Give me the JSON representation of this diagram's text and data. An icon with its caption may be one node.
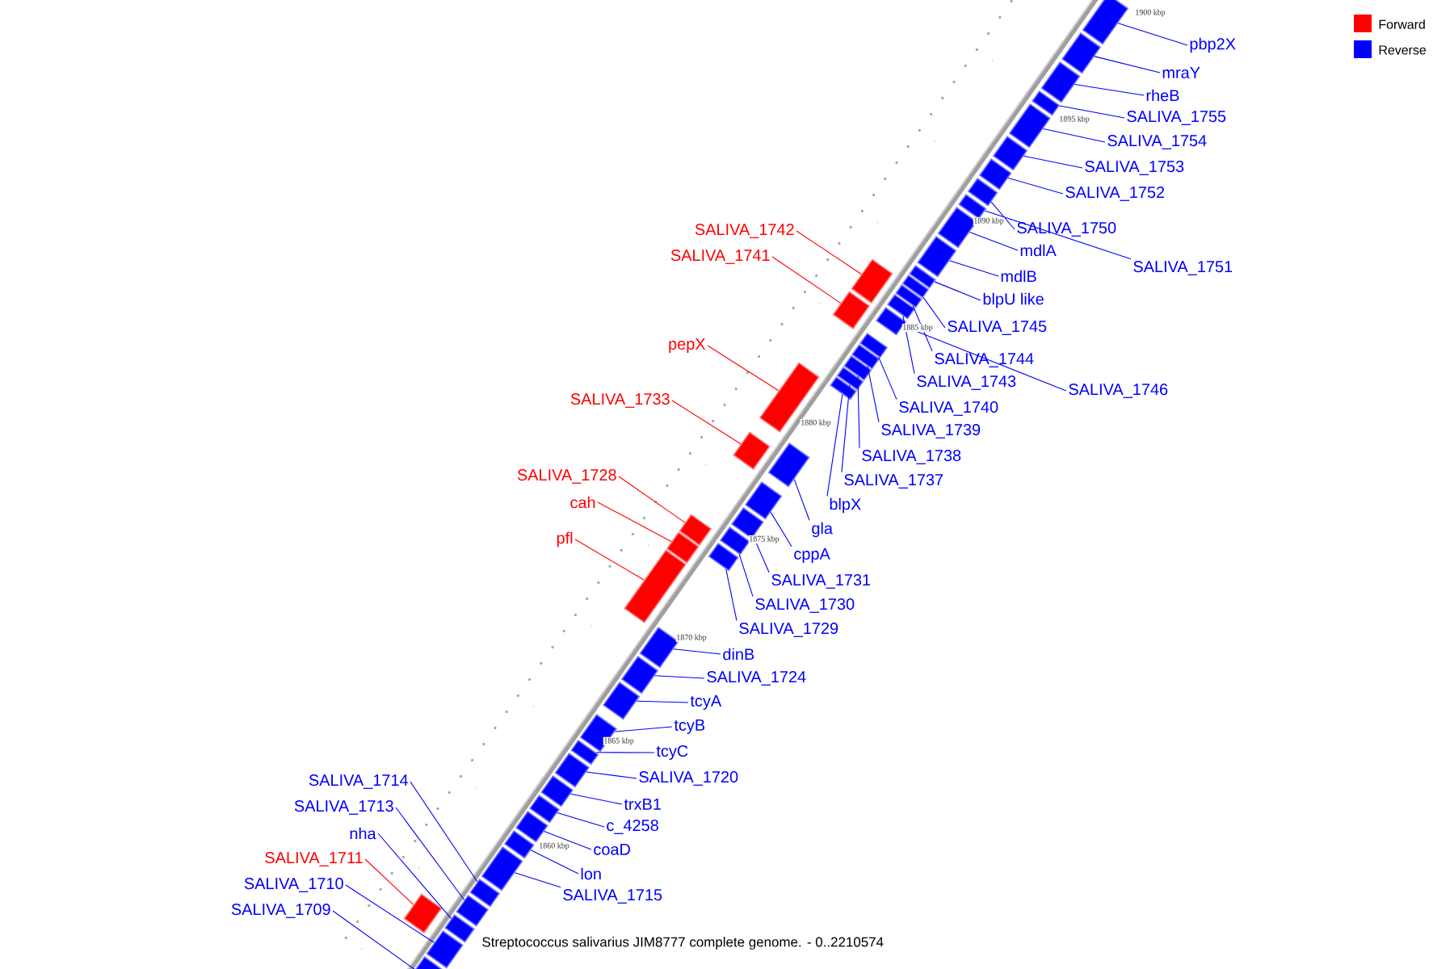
{
  "diagram": {
    "caption": "Streptococcus salivarius JIM8777 complete genome. - 0..2210574",
    "nodes": [
      {
        "text": [
          "pbp2X"
        ]
      },
      {
        "text": [
          "mraY"
        ]
      },
      {
        "text": [
          "rheB"
        ]
      },
      {
        "text": [
          "SALIVA_1755"
        ]
      },
      {
        "text": [
          "SALIVA_1754"
        ]
      },
      {
        "text": [
          "SALIVA_1753"
        ]
      },
      {
        "text": [
          "SALIVA_1752"
        ]
      },
      {
        "text": [
          "SALIVA_1742"
        ]
      },
      {
        "text": [
          "SALIVA_1750"
        ]
      },
      {
        "text": [
          "SALIVA_1751"
        ]
      },
      {
        "text": [
          "mdlA"
        ]
      },
      {
        "text": [
          "SALIVA_1741"
        ]
      },
      {
        "text": [
          "mdlB"
        ]
      },
      {
        "text": [
          "blpU like"
        ]
      },
      {
        "text": [
          "SALIVA_1745"
        ]
      },
      {
        "text": [
          "pepX"
        ]
      },
      {
        "text": [
          "SALIVA_1744"
        ]
      },
      {
        "text": [
          "SALIVA_1746"
        ]
      },
      {
        "text": [
          "SALIVA_1743"
        ]
      },
      {
        "text": [
          "SALIVA_1733"
        ]
      },
      {
        "text": [
          "SALIVA_1740"
        ]
      },
      {
        "text": [
          "SALIVA_1739"
        ]
      },
      {
        "text": [
          "SALIVA_1738"
        ]
      },
      {
        "text": [
          "SALIVA_1728"
        ]
      },
      {
        "text": [
          "SALIVA_1737"
        ]
      },
      {
        "text": [
          "cah"
        ]
      },
      {
        "text": [
          "blpX"
        ]
      },
      {
        "text": [
          "gla"
        ]
      },
      {
        "text": [
          "pfl"
        ]
      },
      {
        "text": [
          "cppA"
        ]
      },
      {
        "text": [
          "SALIVA_1731"
        ]
      },
      {
        "text": [
          "SALIVA_1730"
        ]
      },
      {
        "text": [
          "SALIVA_1729"
        ]
      },
      {
        "text": [
          "dinB"
        ]
      },
      {
        "text": [
          "SALIVA_1724"
        ]
      },
      {
        "text": [
          "tcyA"
        ]
      },
      {
        "text": [
          "tcyB"
        ]
      },
      {
        "text": [
          "tcyC"
        ]
      },
      {
        "text": [
          "SALIVA_1720"
        ]
      },
      {
        "text": [
          "SALIVA_1714"
        ]
      },
      {
        "text": [
          "trxB1"
        ]
      },
      {
        "text": [
          "SALIVA_1713"
        ]
      },
      {
        "text": [
          "c_4258"
        ]
      },
      {
        "text": [
          "nha"
        ]
      },
      {
        "text": [
          "coaD"
        ]
      },
      {
        "text": [
          "SALIVA_1711"
        ]
      },
      {
        "text": [
          "lon"
        ]
      },
      {
        "text": [
          "SALIVA_1710"
        ]
      },
      {
        "text": [
          "SALIVA_1715"
        ]
      },
      {
        "text": [
          "SALIVA_1709"
        ]
      },
      {
        "text": [],
        "shape": "box"
      },
      {
        "text": [],
        "shape": "box"
      },
      {
        "text": [],
        "shape": "box"
      },
      {
        "text": [],
        "shape": "box"
      },
      {
        "text": [],
        "shape": "box"
      },
      {
        "text": [],
        "shape": "box"
      },
      {
        "text": [],
        "shape": "box"
      },
      {
        "text": [],
        "shape": "box"
      },
      {
        "text": [],
        "shape": "box"
      },
      {
        "text": [],
        "shape": "box"
      },
      {
        "text": [],
        "shape": "box"
      },
      {
        "text": [],
        "shape": "box"
      },
      {
        "text": [],
        "shape": "box"
      },
      {
        "text": [],
        "shape": "box"
      },
      {
        "text": [],
        "shape": "box"
      },
      {
        "text": [],
        "shape": "box"
      },
      {
        "text": [],
        "shape": "box"
      },
      {
        "text": [],
        "shape": "box"
      },
      {
        "text": [],
        "shape": "box"
      },
      {
        "text": [],
        "shape": "box"
      },
      {
        "text": [],
        "shape": "box"
      },
      {
        "text": [],
        "shape": "box"
      },
      {
        "text": [],
        "shape": "box"
      },
      {
        "text": [],
        "shape": "box"
      },
      {
        "text": [],
        "shape": "box"
      },
      {
        "text": [],
        "shape": "box"
      },
      {
        "text": [],
        "shape": "box"
      },
      {
        "text": [],
        "shape": "box"
      },
      {
        "text": [],
        "shape": "box"
      },
      {
        "text": [],
        "shape": "box"
      },
      {
        "text": [],
        "shape": "box"
      },
      {
        "text": [],
        "shape": "box"
      },
      {
        "text": [],
        "shape": "box"
      },
      {
        "text": [],
        "shape": "box"
      },
      {
        "text": [],
        "shape": "box"
      },
      {
        "text": [],
        "shape": "box"
      },
      {
        "text": [],
        "shape": "box"
      },
      {
        "text": [],
        "shape": "box"
      },
      {
        "text": [],
        "shape": "box"
      },
      {
        "text": [],
        "shape": "box"
      },
      {
        "text": [],
        "shape": "box"
      },
      {
        "text": [],
        "shape": "box"
      },
      {
        "text": [],
        "shape": "box"
      },
      {
        "text": [],
        "shape": "box"
      },
      {
        "text": [],
        "shape": "box"
      },
      {
        "text": [],
        "shape": "box"
      },
      {
        "text": [],
        "shape": "box"
      },
      {
        "text": [],
        "shape": "box"
      },
      {
        "text": [],
        "shape": "box"
      },
      {
        "text": [],
        "shape": "box"
      }
    ],
    "edges": [
      {
        "from": 0,
        "to": 50,
        "arrow": "none"
      },
      {
        "from": 1,
        "to": 51,
        "arrow": "none"
      },
      {
        "from": 2,
        "to": 52,
        "arrow": "none"
      },
      {
        "from": 3,
        "to": 53,
        "arrow": "none"
      },
      {
        "from": 4,
        "to": 54,
        "arrow": "none"
      },
      {
        "from": 5,
        "to": 55,
        "arrow": "none"
      },
      {
        "from": 6,
        "to": 56,
        "arrow": "none"
      },
      {
        "from": 7,
        "to": 57,
        "arrow": "none",
        "color": "#ff0000"
      },
      {
        "from": 8,
        "to": 58,
        "arrow": "none"
      },
      {
        "from": 9,
        "to": 59,
        "arrow": "none"
      },
      {
        "from": 10,
        "to": 60,
        "arrow": "none"
      },
      {
        "from": 11,
        "to": 61,
        "arrow": "none",
        "color": "#ff0000"
      },
      {
        "from": 12,
        "to": 62,
        "arrow": "none"
      },
      {
        "from": 13,
        "to": 63,
        "arrow": "none"
      },
      {
        "from": 14,
        "to": 64,
        "arrow": "none"
      },
      {
        "from": 15,
        "to": 65,
        "arrow": "none",
        "color": "#ff0000"
      },
      {
        "from": 16,
        "to": 66,
        "arrow": "none"
      },
      {
        "from": 17,
        "to": 67,
        "arrow": "none"
      },
      {
        "from": 18,
        "to": 68,
        "arrow": "none"
      },
      {
        "from": 19,
        "to": 69,
        "arrow": "none",
        "color": "#ff0000"
      },
      {
        "from": 20,
        "to": 70,
        "arrow": "none"
      },
      {
        "from": 21,
        "to": 71,
        "arrow": "none"
      },
      {
        "from": 22,
        "to": 72,
        "arrow": "none"
      },
      {
        "from": 23,
        "to": 73,
        "arrow": "none",
        "color": "#ff0000"
      },
      {
        "from": 24,
        "to": 74,
        "arrow": "none"
      },
      {
        "from": 25,
        "to": 75,
        "arrow": "none",
        "color": "#ff0000"
      },
      {
        "from": 26,
        "to": 76,
        "arrow": "none"
      },
      {
        "from": 27,
        "to": 77,
        "arrow": "none"
      },
      {
        "from": 28,
        "to": 78,
        "arrow": "none",
        "color": "#ff0000"
      },
      {
        "from": 29,
        "to": 79,
        "arrow": "none"
      },
      {
        "from": 30,
        "to": 80,
        "arrow": "none"
      },
      {
        "from": 31,
        "to": 81,
        "arrow": "none"
      },
      {
        "from": 32,
        "to": 82,
        "arrow": "none"
      },
      {
        "from": 33,
        "to": 83,
        "arrow": "none"
      },
      {
        "from": 34,
        "to": 84,
        "arrow": "none"
      },
      {
        "from": 35,
        "to": 85,
        "arrow": "none"
      },
      {
        "from": 36,
        "to": 86,
        "arrow": "none"
      },
      {
        "from": 37,
        "to": 87,
        "arrow": "none"
      },
      {
        "from": 38,
        "to": 88,
        "arrow": "none"
      },
      {
        "from": 39,
        "to": 89,
        "arrow": "none"
      },
      {
        "from": 40,
        "to": 90,
        "arrow": "none"
      },
      {
        "from": 41,
        "to": 91,
        "arrow": "none"
      },
      {
        "from": 42,
        "to": 92,
        "arrow": "none"
      },
      {
        "from": 43,
        "to": 93,
        "arrow": "none"
      },
      {
        "from": 44,
        "to": 94,
        "arrow": "none"
      },
      {
        "from": 45,
        "to": 95,
        "arrow": "none",
        "color": "#ff0000"
      },
      {
        "from": 46,
        "to": 96,
        "arrow": "none"
      },
      {
        "from": 47,
        "to": 97,
        "arrow": "none"
      },
      {
        "from": 48,
        "to": 98,
        "arrow": "none"
      },
      {
        "from": 49,
        "to": 99,
        "arrow": "none"
      }
    ],
    "labels": [
      "1900 kbp",
      "1895 kbp",
      "1890 kbp",
      "1885 kbp",
      "1880 kbp",
      "1875 kbp",
      "1870 kbp",
      "1865 kbp",
      "1860 kbp"
    ],
    "legend": [
      {
        "text": "Forward",
        "color": "#ff0000"
      },
      {
        "text": "Reverse",
        "color": "#0000ff"
      }
    ]
  }
}
